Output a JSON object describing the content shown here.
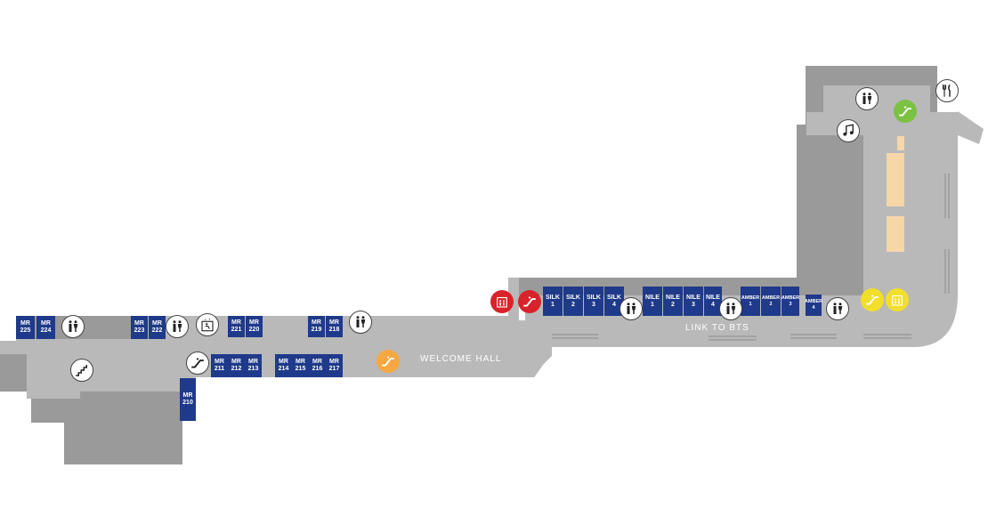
{
  "labels": {
    "welcome_hall": "WELCOME HALL",
    "link_to_bts": "LINK TO BTS"
  },
  "rooms": [
    {
      "l1": "MR",
      "l2": "225"
    },
    {
      "l1": "MR",
      "l2": "224"
    },
    {
      "l1": "MR",
      "l2": "223"
    },
    {
      "l1": "MR",
      "l2": "222"
    },
    {
      "l1": "MR",
      "l2": "221"
    },
    {
      "l1": "MR",
      "l2": "220"
    },
    {
      "l1": "MR",
      "l2": "219"
    },
    {
      "l1": "MR",
      "l2": "218"
    },
    {
      "l1": "MR",
      "l2": "211"
    },
    {
      "l1": "MR",
      "l2": "212"
    },
    {
      "l1": "MR",
      "l2": "213"
    },
    {
      "l1": "MR",
      "l2": "214"
    },
    {
      "l1": "MR",
      "l2": "215"
    },
    {
      "l1": "MR",
      "l2": "216"
    },
    {
      "l1": "MR",
      "l2": "217"
    },
    {
      "l1": "MR",
      "l2": "210"
    },
    {
      "l1": "SILK",
      "l2": "1"
    },
    {
      "l1": "SILK",
      "l2": "2"
    },
    {
      "l1": "SILK",
      "l2": "3"
    },
    {
      "l1": "SILK",
      "l2": "4"
    },
    {
      "l1": "NILE",
      "l2": "1"
    },
    {
      "l1": "NILE",
      "l2": "2"
    },
    {
      "l1": "NILE",
      "l2": "3"
    },
    {
      "l1": "NILE",
      "l2": "4"
    },
    {
      "l1": "AMBER",
      "l2": "1"
    },
    {
      "l1": "AMBER",
      "l2": "2"
    },
    {
      "l1": "AMBER",
      "l2": "3"
    },
    {
      "l1": "AMBER",
      "l2": "4"
    }
  ],
  "icons": [
    "restroom-icon",
    "restroom-icon",
    "accessible-elevator-icon",
    "restroom-icon",
    "stairs-icon",
    "escalator-icon",
    "escalator-icon",
    "lift-icon",
    "escalator-icon",
    "restroom-icon",
    "restroom-icon",
    "restroom-icon",
    "escalator-icon",
    "lift-icon",
    "restroom-icon",
    "dining-icon",
    "escalator-icon",
    "music-icon"
  ],
  "colors": {
    "floor": "#b9b9b9",
    "structure": "#9a9a9a",
    "room": "#1f3a8a",
    "service": "#f7d6a8",
    "escalator_orange": "#f5a742",
    "lift_red": "#d8232a",
    "escalator_green": "#7cc242",
    "escalator_yellow": "#f2df2b"
  }
}
